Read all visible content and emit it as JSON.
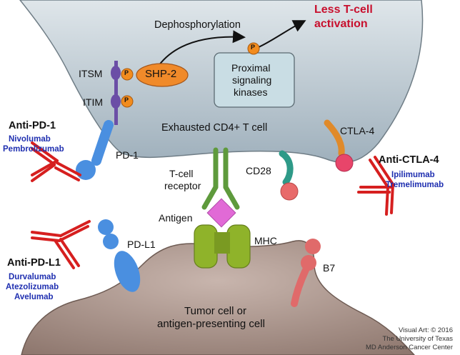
{
  "colors": {
    "t_cell": "#b7c5cf",
    "tumor_cell": "#a48f86",
    "antibody": "#d61f1f",
    "pd1": "#4a8fe0",
    "pdl1": "#4a8fe0",
    "mhc": "#8fb32a",
    "tcr": "#5e9a3c",
    "antigen": "#e16ad6",
    "ctla4": "#e08a2a",
    "cd28": "#2e9a88",
    "b7": "#e06a6a",
    "shp2": "#f08a2a",
    "itim_itsm": "#6b4ea6",
    "less_activation": "#c8102e",
    "drug_text": "#1f2fb0"
  },
  "labels": {
    "dephosphorylation": "Dephosphorylation",
    "less_tcell_line1": "Less T-cell",
    "less_tcell_line2": "activation",
    "itsm": "ITSM",
    "itim": "ITIM",
    "shp2": "SHP-2",
    "phospho": "P",
    "proximal_line1": "Proximal",
    "proximal_line2": "signaling",
    "proximal_line3": "kinases",
    "exhausted_cell": "Exhausted CD4+ T cell",
    "pd1": "PD-1",
    "ctla4": "CTLA-4",
    "cd28": "CD28",
    "tcr_line1": "T-cell",
    "tcr_line2": "receptor",
    "antigen": "Antigen",
    "mhc": "MHC",
    "pdl1": "PD-L1",
    "b7": "B7",
    "tumor_line1": "Tumor cell or",
    "tumor_line2": "antigen-presenting cell"
  },
  "drugs": {
    "anti_pd1": {
      "title": "Anti-PD-1",
      "names": [
        "Nivolumab",
        "Pembrolizumab"
      ]
    },
    "anti_ctla4": {
      "title": "Anti-CTLA-4",
      "names": [
        "Ipilimumab",
        "Tremelimumab"
      ]
    },
    "anti_pdl1": {
      "title": "Anti-PD-L1",
      "names": [
        "Durvalumab",
        "Atezolizumab",
        "Avelumab"
      ]
    }
  },
  "credit": {
    "line1": "Visual Art: © 2016",
    "line2": "The University of Texas",
    "line3": "MD Anderson Cancer Center"
  }
}
